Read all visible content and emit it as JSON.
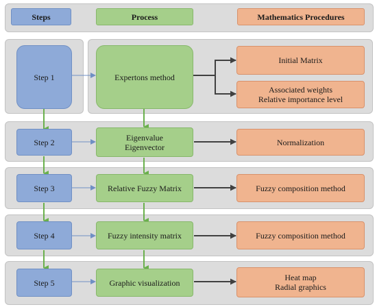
{
  "header": {
    "steps": "Steps",
    "process": "Process",
    "math": "Mathematics Procedures"
  },
  "rows": [
    {
      "step": "Step 1",
      "process": "Expertons method",
      "procedures": [
        "Initial Matrix",
        "Associated weights\nRelative importance level"
      ]
    },
    {
      "step": "Step 2",
      "process": "Eigenvalue\nEigenvector",
      "procedures": [
        "Normalization"
      ]
    },
    {
      "step": "Step 3",
      "process": "Relative Fuzzy Matrix",
      "procedures": [
        "Fuzzy composition method"
      ]
    },
    {
      "step": "Step 4",
      "process": "Fuzzy intensity matrix",
      "procedures": [
        "Fuzzy composition method"
      ]
    },
    {
      "step": "Step 5",
      "process": "Graphic visualization",
      "procedures": [
        "Heat map\nRadial graphics"
      ]
    }
  ],
  "colors": {
    "steps": "#8eaad8",
    "process": "#a5cf8a",
    "procedures": "#f0b48f",
    "band": "#dcdcdc",
    "arrow_step_to_process": "#6f8fc4",
    "arrow_down": "#6ab04c",
    "arrow_process_to_procedure": "#404040"
  }
}
